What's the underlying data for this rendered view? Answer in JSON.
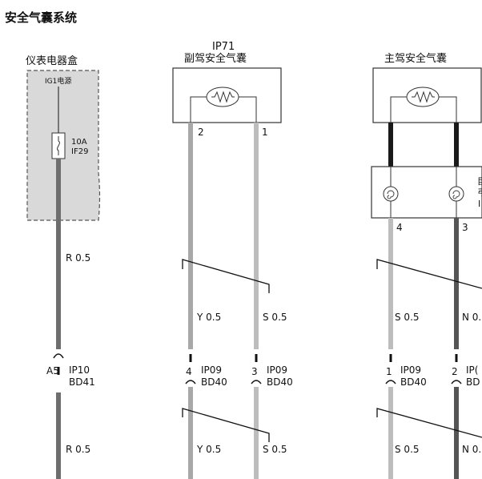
{
  "title": "安全气囊系统",
  "left_box": {
    "title": "仪表电器盒",
    "power_label": "IG1电源",
    "fuse_rating": "10A",
    "fuse_id": "IF29"
  },
  "middle_component": {
    "code": "IP71",
    "name": "副驾安全气囊",
    "pins": [
      "2",
      "1"
    ]
  },
  "right_component": {
    "name": "主驾安全气囊",
    "clock_spring_label_clipped": "目",
    "clock_spring_label2_clipped": "弓",
    "clock_spring_label3_clipped": "I",
    "pins": [
      "4",
      "3"
    ]
  },
  "wires": {
    "left_upper": "R 0.5",
    "left_lower": "R 0.5",
    "mid_a_upper": "Y 0.5",
    "mid_b_upper": "S 0.5",
    "mid_a_lower": "Y 0.5",
    "mid_b_lower": "S 0.5",
    "right_a_upper": "S 0.5",
    "right_b_upper": "N 0.",
    "right_a_lower": "S 0.5",
    "right_b_lower": "N 0."
  },
  "connectors": {
    "left": {
      "pin": "A5",
      "code": "IP10",
      "harness": "BD41"
    },
    "mid_a": {
      "pin": "4",
      "code": "IP09",
      "harness": "BD40"
    },
    "mid_b": {
      "pin": "3",
      "code": "IP09",
      "harness": "BD40"
    },
    "right_a": {
      "pin": "1",
      "code": "IP09",
      "harness": "BD40"
    },
    "right_b": {
      "pin": "2",
      "code": "IP(",
      "harness": "BD"
    }
  },
  "colors": {
    "wire_red_gray": "#6e6e6e",
    "wire_yellow_gray": "#a8a8a8",
    "wire_silver_gray": "#bdbdbd",
    "wire_black": "#1a1a1a",
    "wire_dark": "#555555",
    "box_fill": "#d9d9d9"
  }
}
